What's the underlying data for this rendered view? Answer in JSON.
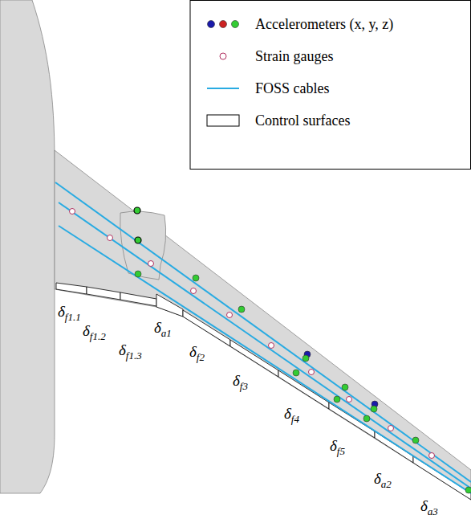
{
  "diagram": {
    "labels": [
      "δf1.1",
      "δf1.2",
      "δf1.3",
      "δa1",
      "δf2",
      "δf3",
      "δf4",
      "δf5",
      "δa2",
      "δa3"
    ],
    "legend": [
      {
        "text": "Accelerometers (x, y, z)"
      },
      {
        "text": "Strain gauges"
      },
      {
        "text": "FOSS cables"
      },
      {
        "text": "Control surfaces"
      }
    ]
  }
}
